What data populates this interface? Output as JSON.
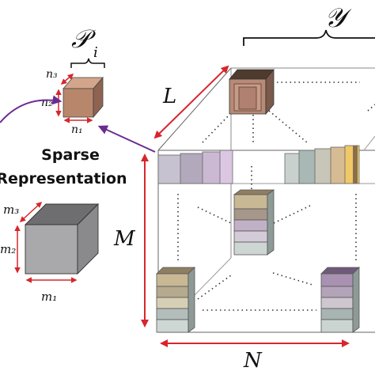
{
  "labels": {
    "tensor_symbol": "𝒴",
    "patch_symbol": "𝒫",
    "patch_subscript": "i",
    "dim_L": "L",
    "dim_M": "M",
    "dim_N": "N",
    "caption_line1": "Sparse",
    "caption_line2": "Representation",
    "patch_dims": {
      "n3": "n₃",
      "n2": "n₂",
      "n1": "n₁"
    },
    "atom_dims": {
      "m3": "m₃",
      "m2": "m₂",
      "m1": "m₁"
    }
  },
  "colors": {
    "arrow_red": "#d7262b",
    "arrow_purple": "#6a2c91",
    "patch_front": "#b8876b",
    "patch_top": "#d3a58a",
    "patch_side": "#8e6350",
    "atom_front": "#a9a9ab",
    "atom_top": "#6e6e70",
    "atom_side": "#8a8a8c",
    "edge": "#555555"
  }
}
